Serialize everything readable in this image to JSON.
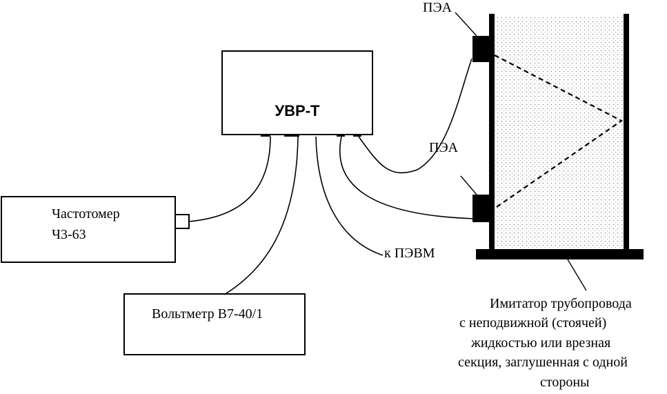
{
  "main_unit": {
    "label": "УВР-Т"
  },
  "frequency_meter": {
    "line1": "Частотомер",
    "line2": "Ч3-63"
  },
  "voltmeter": {
    "label": "Вольтметр В7-40/1"
  },
  "pc_link": {
    "label": "к ПЭВМ"
  },
  "transducers": [
    {
      "label": "ПЭА"
    },
    {
      "label": "ПЭА"
    }
  ],
  "pipeline_caption": {
    "lines": [
      "Имитатор трубопровода",
      "с неподвижной (стоячей)",
      "жидкостью или врезная",
      "секция, заглушенная с одной",
      "стороны"
    ]
  }
}
